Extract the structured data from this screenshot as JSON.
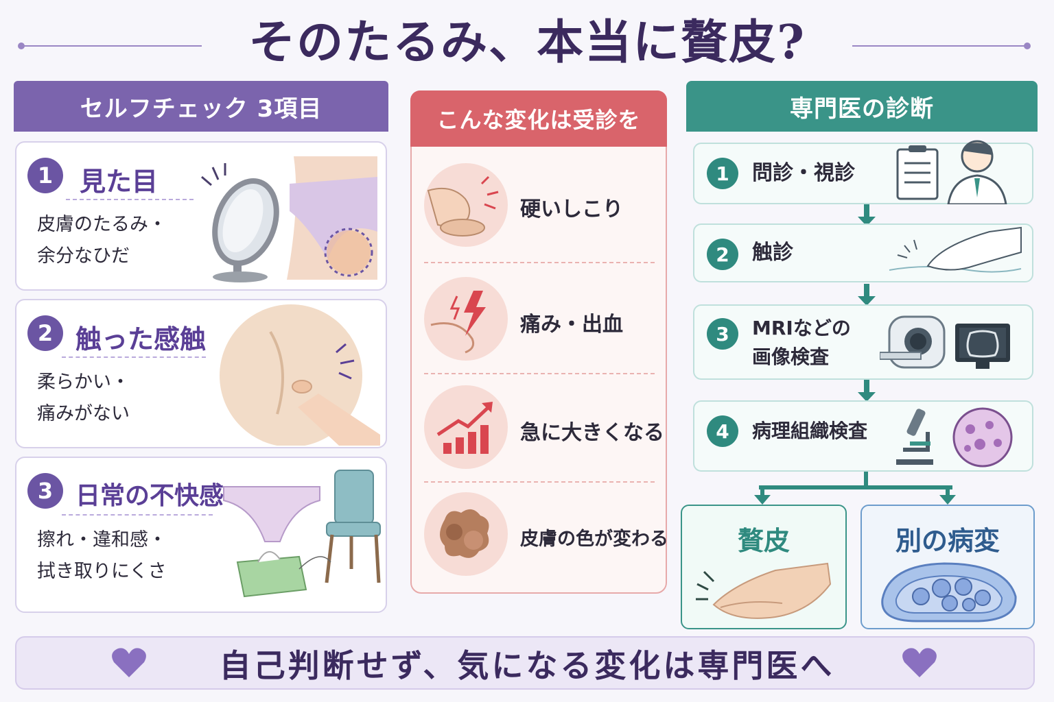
{
  "title": "そのたるみ、本当に贅皮?",
  "colors": {
    "purple": "#7b64ad",
    "coral": "#d9646b",
    "teal": "#3a9488"
  },
  "self_check": {
    "header": "セルフチェック 3項目",
    "items": [
      {
        "num": "1",
        "title": "見た目",
        "lines": [
          "皮膚のたるみ・",
          "余分なひだ"
        ]
      },
      {
        "num": "2",
        "title": "触った感触",
        "lines": [
          "柔らかい・",
          "痛みがない"
        ]
      },
      {
        "num": "3",
        "title": "日常の不快感",
        "lines": [
          "擦れ・違和感・",
          "拭き取りにくさ"
        ]
      }
    ]
  },
  "warning": {
    "header": "こんな変化は受診を",
    "items": [
      {
        "text": "硬いしこり",
        "icon": "hand-lump-icon"
      },
      {
        "text": "痛み・出血",
        "icon": "lightning-pain-icon"
      },
      {
        "text": "急に大きくなる",
        "icon": "growth-chart-icon"
      },
      {
        "text": "皮膚の色が変わる",
        "icon": "discoloration-icon"
      }
    ]
  },
  "diagnosis": {
    "header": "専門医の診断",
    "steps": [
      {
        "num": "1",
        "lines": [
          "問診・視診"
        ]
      },
      {
        "num": "2",
        "lines": [
          "触診"
        ]
      },
      {
        "num": "3",
        "lines": [
          "MRIなどの",
          "画像検査"
        ]
      },
      {
        "num": "4",
        "lines": [
          "病理組織検査"
        ]
      }
    ],
    "results": {
      "left": "贅皮",
      "right": "別の病変"
    }
  },
  "footer": "自己判断せず、気になる変化は専門医へ"
}
